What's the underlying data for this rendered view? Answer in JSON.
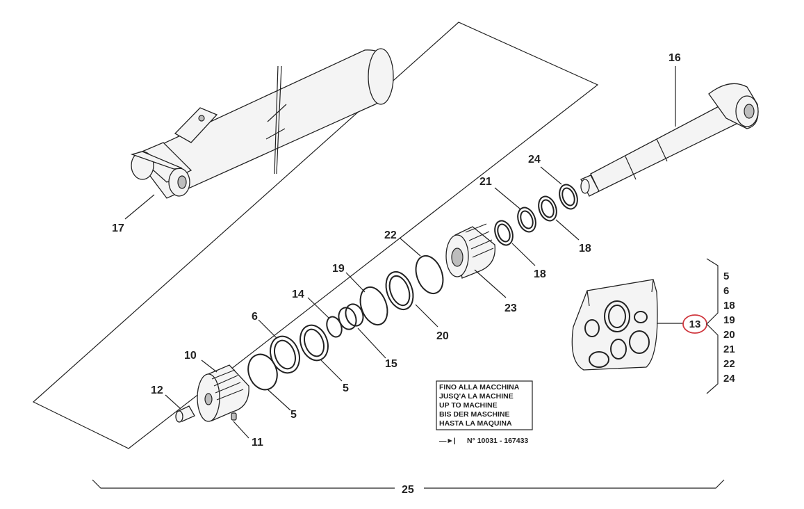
{
  "callouts": {
    "p5a": "5",
    "p5b": "5",
    "p6": "6",
    "p10": "10",
    "p11": "11",
    "p12": "12",
    "p14": "14",
    "p15": "15",
    "p16": "16",
    "p17": "17",
    "p18a": "18",
    "p18b": "18",
    "p19": "19",
    "p20": "20",
    "p21": "21",
    "p22": "22",
    "p23": "23",
    "p24": "24",
    "p25": "25"
  },
  "seal_kit": {
    "number": "13",
    "highlight_color": "#d0383f",
    "contents": [
      "5",
      "6",
      "18",
      "19",
      "20",
      "21",
      "22",
      "24"
    ]
  },
  "serial_note": {
    "lines": [
      "FINO ALLA MACCHINA",
      "JUSQ'A LA MACHINE",
      "UP TO MACHINE",
      "BIS DER MASCHINE",
      "HASTA LA MAQUINA"
    ],
    "arrow_glyph": "—►|",
    "serial": "N° 10031 - 167433"
  }
}
